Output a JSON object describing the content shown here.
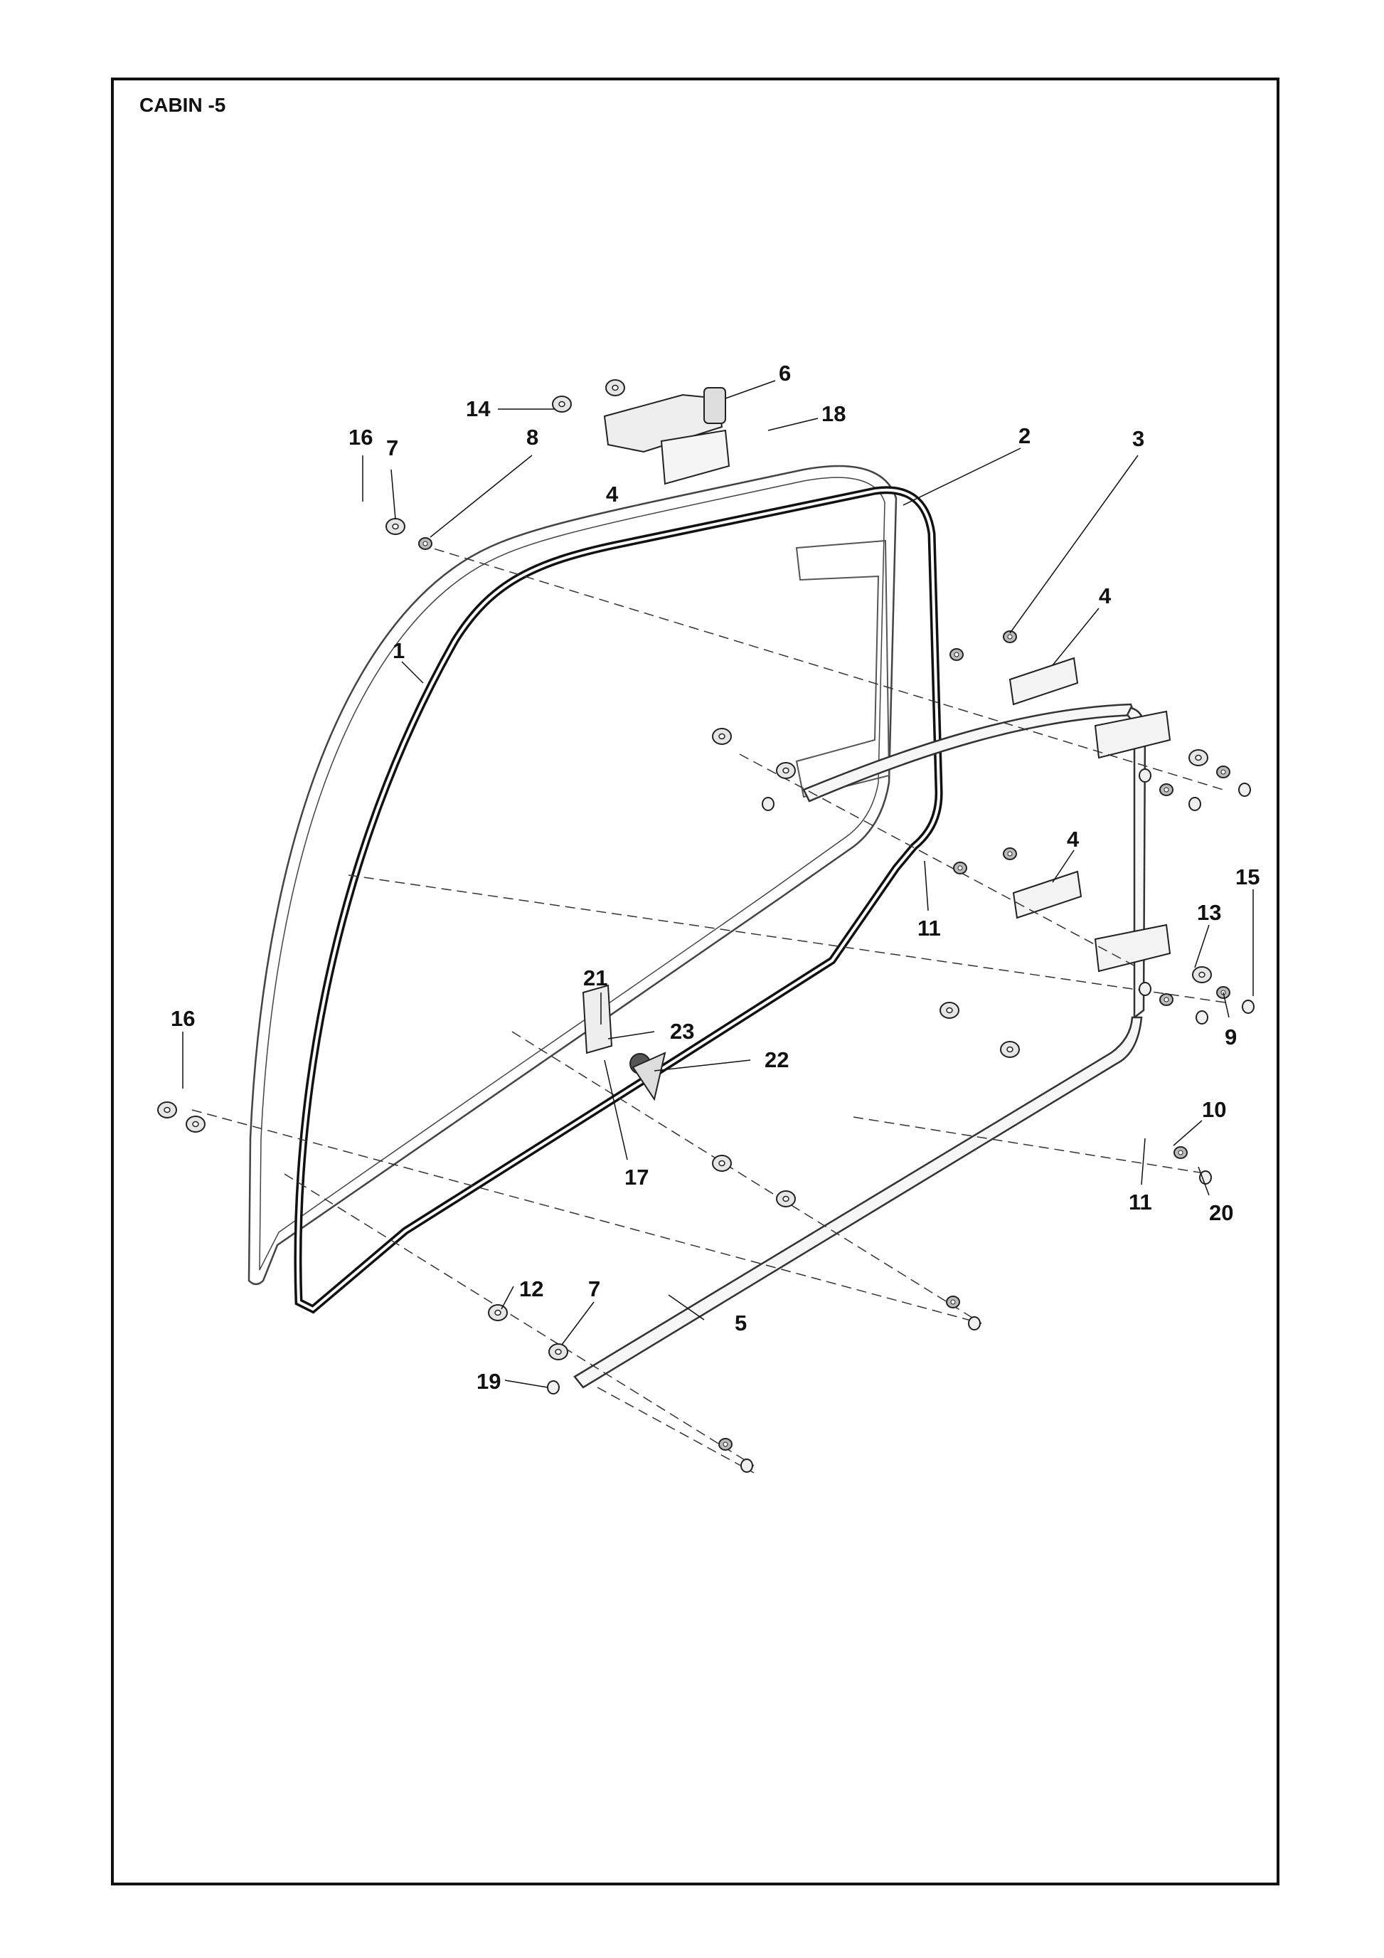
{
  "title": "CABIN -5",
  "callouts": [
    {
      "id": "c14",
      "text": "14"
    },
    {
      "id": "c6",
      "text": "6"
    },
    {
      "id": "c18",
      "text": "18"
    },
    {
      "id": "c16a",
      "text": "16"
    },
    {
      "id": "c7a",
      "text": "7"
    },
    {
      "id": "c8",
      "text": "8"
    },
    {
      "id": "c2",
      "text": "2"
    },
    {
      "id": "c3",
      "text": "3"
    },
    {
      "id": "c4a",
      "text": "4"
    },
    {
      "id": "c4b",
      "text": "4"
    },
    {
      "id": "c1",
      "text": "1"
    },
    {
      "id": "c4c",
      "text": "4"
    },
    {
      "id": "c15",
      "text": "15"
    },
    {
      "id": "c13",
      "text": "13"
    },
    {
      "id": "c11a",
      "text": "11"
    },
    {
      "id": "c21",
      "text": "21"
    },
    {
      "id": "c9",
      "text": "9"
    },
    {
      "id": "c16b",
      "text": "16"
    },
    {
      "id": "c23",
      "text": "23"
    },
    {
      "id": "c22",
      "text": "22"
    },
    {
      "id": "c10",
      "text": "10"
    },
    {
      "id": "c17",
      "text": "17"
    },
    {
      "id": "c11b",
      "text": "11"
    },
    {
      "id": "c20",
      "text": "20"
    },
    {
      "id": "c12",
      "text": "12"
    },
    {
      "id": "c7b",
      "text": "7"
    },
    {
      "id": "c5",
      "text": "5"
    },
    {
      "id": "c19",
      "text": "19"
    }
  ]
}
